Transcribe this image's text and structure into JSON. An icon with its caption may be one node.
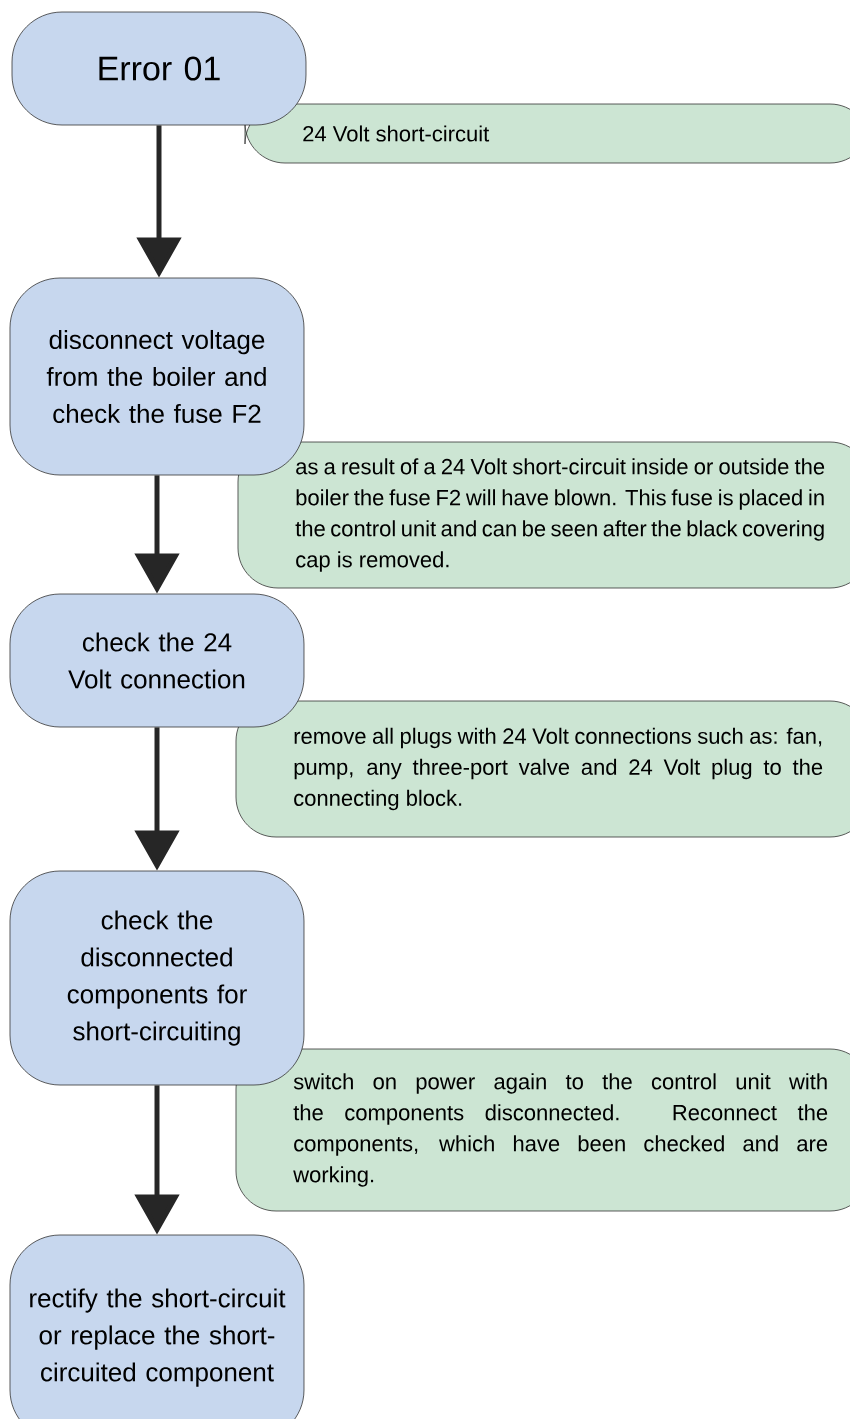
{
  "diagram": {
    "nodes": [
      {
        "text": [
          "Error 01"
        ]
      },
      {
        "text": [
          "24 Volt short-circuit"
        ]
      },
      {
        "text": [
          "disconnect voltage from the boiler and check the fuse F2"
        ]
      },
      {
        "text": [
          "as a result of a 24 Volt short-circuit inside or outside the boiler the fuse F2 will have blown. This fuse is placed in the control unit and can be seen after the black covering cap is removed."
        ]
      },
      {
        "text": [
          "check the 24 Volt connection"
        ]
      },
      {
        "text": [
          "remove all plugs with 24 Volt connections such as: fan, pump, any three-port valve and 24 Volt plug to the connecting block."
        ]
      },
      {
        "text": [
          "check the disconnected components for short-circuiting"
        ]
      },
      {
        "text": [
          "switch on power again to the control unit with the components disconnected. Reconnect the components, which have been checked and are working."
        ]
      },
      {
        "text": [
          "rectify the short-circuit or replace the short-circuited component"
        ]
      }
    ],
    "edges": [
      {
        "from": 0,
        "to": 2,
        "arrow": "to"
      },
      {
        "from": 2,
        "to": 4,
        "arrow": "to"
      },
      {
        "from": 4,
        "to": 6,
        "arrow": "to"
      },
      {
        "from": 6,
        "to": 8,
        "arrow": "to"
      }
    ]
  }
}
